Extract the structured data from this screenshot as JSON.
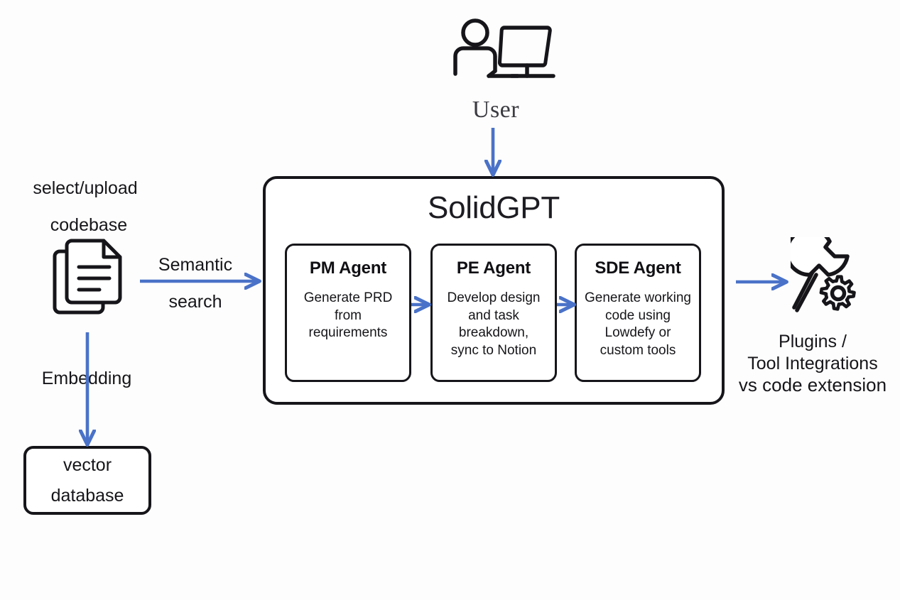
{
  "diagram": {
    "title": "SolidGPT",
    "background_color": "#fdfdfd",
    "line_color": "#16161a",
    "arrow_color": "#4a72c8"
  },
  "user": {
    "label": "User",
    "icon": "person-at-computer-icon"
  },
  "codebase": {
    "select_upload_label": "select/upload",
    "codebase_label": "codebase",
    "icon": "documents-stack-icon"
  },
  "embedding": {
    "label": "Embedding"
  },
  "vector_database": {
    "line1": "vector",
    "line2": "database"
  },
  "semantic_search": {
    "line1": "Semantic",
    "line2": "search"
  },
  "solidgpt": {
    "title": "SolidGPT",
    "agents": [
      {
        "id": "pm",
        "title": "PM Agent",
        "description": "Generate PRD\nfrom\nrequirements"
      },
      {
        "id": "pe",
        "title": "PE Agent",
        "description": "Develop design\nand task\nbreakdown,\nsync to Notion"
      },
      {
        "id": "sde",
        "title": "SDE Agent",
        "description": "Generate working\ncode using\nLowdefy or\ncustom tools"
      }
    ]
  },
  "plugins": {
    "icon": "wrench-gear-icon",
    "line1": "Plugins /",
    "line2": "Tool Integrations",
    "line3": "vs code extension"
  }
}
